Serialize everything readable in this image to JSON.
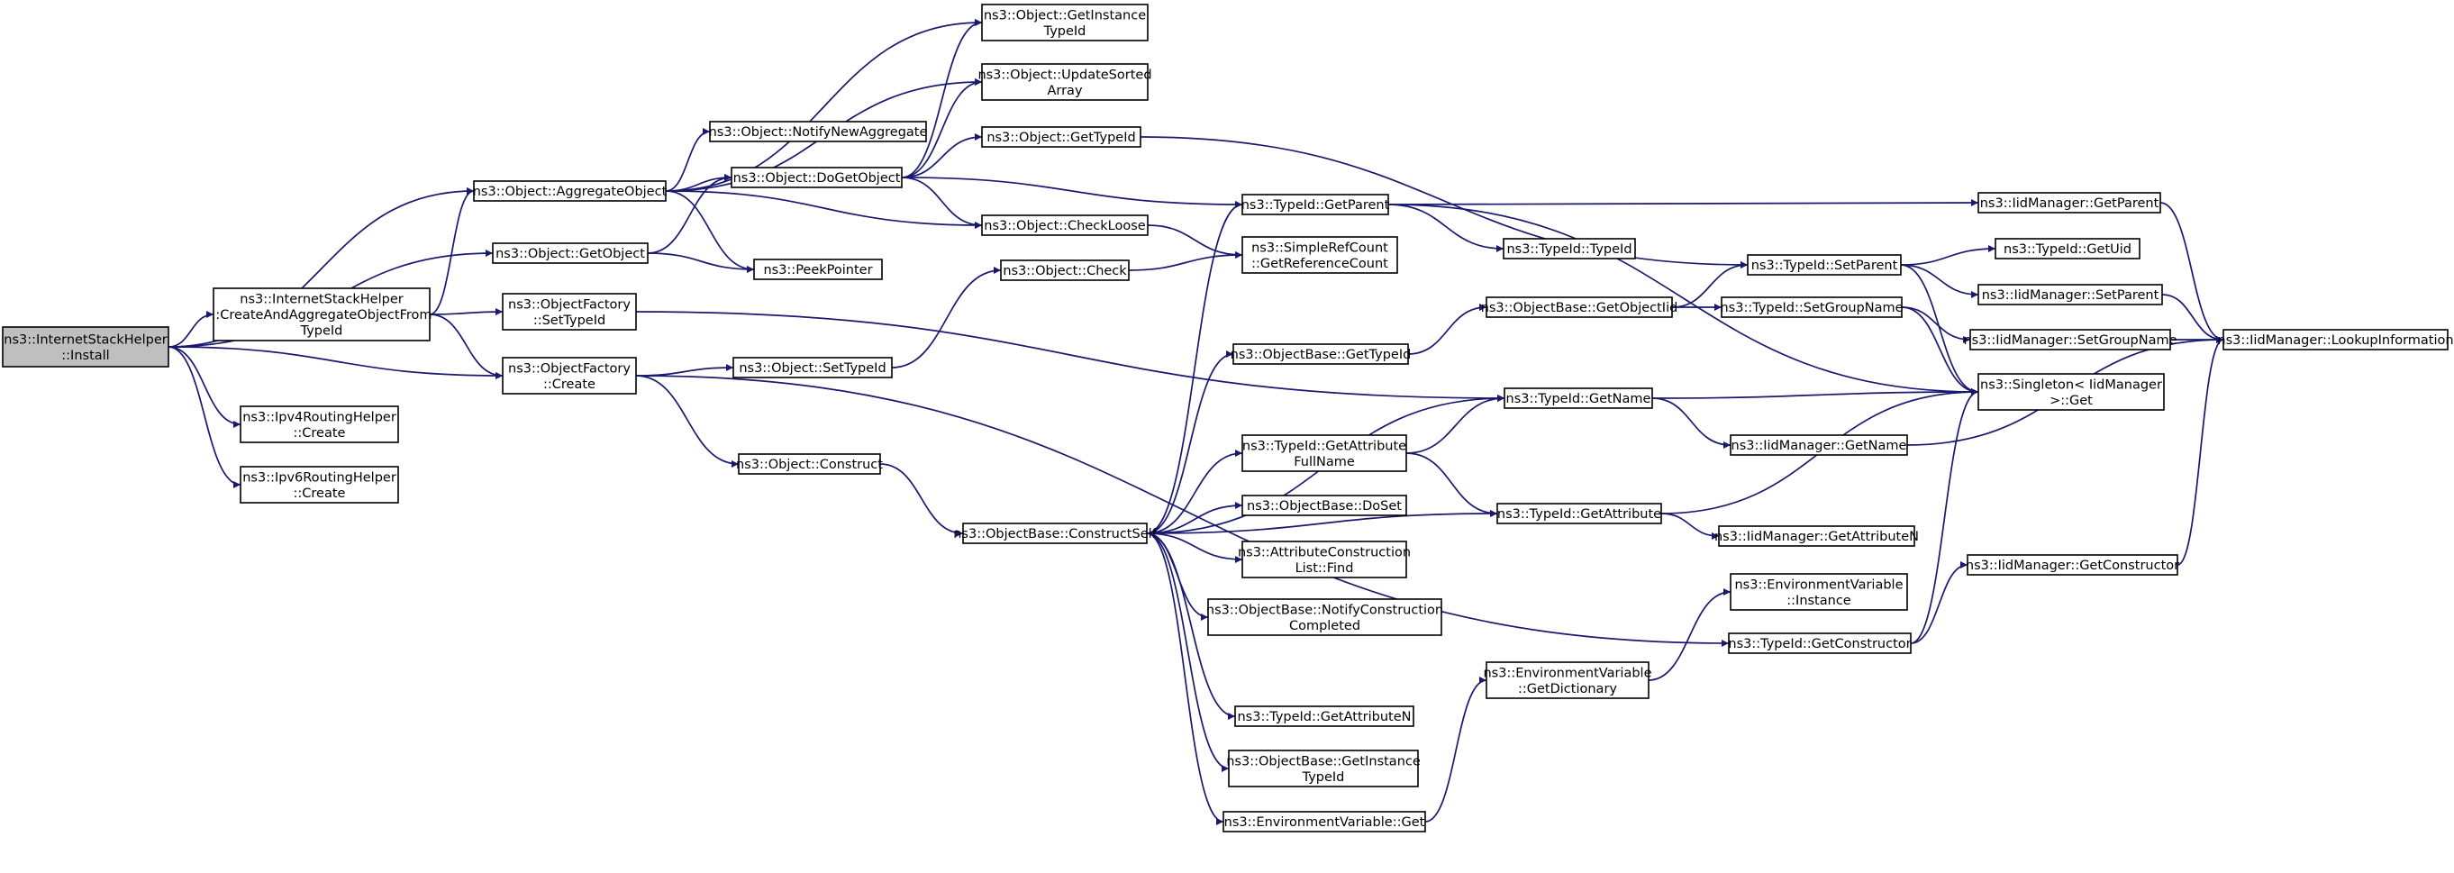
{
  "colors": {
    "edge": "#191970",
    "root_fill": "#bfbfbf",
    "node_fill": "#ffffff",
    "node_border": "#000000"
  },
  "nodes": [
    {
      "id": "n0",
      "lines": [
        "ns3::InternetStackHelper",
        "::Install"
      ],
      "root": true
    },
    {
      "id": "n1",
      "lines": [
        "ns3::Object::AggregateObject"
      ]
    },
    {
      "id": "n2",
      "lines": [
        "ns3::Object::GetObject"
      ]
    },
    {
      "id": "n3",
      "lines": [
        "ns3::InternetStackHelper",
        "::CreateAndAggregateObjectFrom",
        "TypeId"
      ]
    },
    {
      "id": "n4",
      "lines": [
        "ns3::ObjectFactory",
        "::Create"
      ]
    },
    {
      "id": "n5",
      "lines": [
        "ns3::Ipv4RoutingHelper",
        "::Create"
      ]
    },
    {
      "id": "n6",
      "lines": [
        "ns3::Ipv6RoutingHelper",
        "::Create"
      ]
    },
    {
      "id": "n7",
      "lines": [
        "ns3::Object::GetInstance",
        "TypeId"
      ]
    },
    {
      "id": "n8",
      "lines": [
        "ns3::Object::UpdateSorted",
        "Array"
      ]
    },
    {
      "id": "n9",
      "lines": [
        "ns3::Object::NotifyNewAggregate"
      ]
    },
    {
      "id": "n10",
      "lines": [
        "ns3::Object::DoGetObject"
      ]
    },
    {
      "id": "n11",
      "lines": [
        "ns3::Object::CheckLoose"
      ]
    },
    {
      "id": "n12",
      "lines": [
        "ns3::PeekPointer"
      ]
    },
    {
      "id": "n13",
      "lines": [
        "ns3::Object::GetTypeId"
      ]
    },
    {
      "id": "n14",
      "lines": [
        "ns3::TypeId::GetParent"
      ]
    },
    {
      "id": "n15",
      "lines": [
        "ns3::ObjectFactory",
        "::SetTypeId"
      ]
    },
    {
      "id": "n16",
      "lines": [
        "ns3::Object::SetTypeId"
      ]
    },
    {
      "id": "n17",
      "lines": [
        "ns3::Object::Construct"
      ]
    },
    {
      "id": "n18",
      "lines": [
        "ns3::Object::Check"
      ]
    },
    {
      "id": "n19",
      "lines": [
        "ns3::SimpleRefCount",
        "::GetReferenceCount"
      ]
    },
    {
      "id": "n20",
      "lines": [
        "ns3::ObjectBase::ConstructSelf"
      ]
    },
    {
      "id": "n21",
      "lines": [
        "ns3::ObjectBase::GetTypeId"
      ]
    },
    {
      "id": "n22",
      "lines": [
        "ns3::TypeId::GetAttribute",
        "FullName"
      ]
    },
    {
      "id": "n23",
      "lines": [
        "ns3::ObjectBase::DoSet"
      ]
    },
    {
      "id": "n24",
      "lines": [
        "ns3::AttributeConstruction",
        "List::Find"
      ]
    },
    {
      "id": "n25",
      "lines": [
        "ns3::ObjectBase::NotifyConstruction",
        "Completed"
      ]
    },
    {
      "id": "n26",
      "lines": [
        "ns3::TypeId::GetAttributeN"
      ]
    },
    {
      "id": "n27",
      "lines": [
        "ns3::ObjectBase::GetInstance",
        "TypeId"
      ]
    },
    {
      "id": "n28",
      "lines": [
        "ns3::EnvironmentVariable::Get"
      ]
    },
    {
      "id": "n29",
      "lines": [
        "ns3::TypeId::TypeId"
      ]
    },
    {
      "id": "n30",
      "lines": [
        "ns3::ObjectBase::GetObjectIid"
      ]
    },
    {
      "id": "n31",
      "lines": [
        "ns3::TypeId::GetName"
      ]
    },
    {
      "id": "n32",
      "lines": [
        "ns3::TypeId::GetAttribute"
      ]
    },
    {
      "id": "n33",
      "lines": [
        "ns3::EnvironmentVariable",
        "::GetDictionary"
      ]
    },
    {
      "id": "n34",
      "lines": [
        "ns3::TypeId::SetParent"
      ]
    },
    {
      "id": "n35",
      "lines": [
        "ns3::TypeId::SetGroupName"
      ]
    },
    {
      "id": "n36",
      "lines": [
        "ns3::IidManager::GetName"
      ]
    },
    {
      "id": "n37",
      "lines": [
        "ns3::IidManager::GetAttributeN"
      ]
    },
    {
      "id": "n38",
      "lines": [
        "ns3::EnvironmentVariable",
        "::Instance"
      ]
    },
    {
      "id": "n39",
      "lines": [
        "ns3::TypeId::GetConstructor"
      ]
    },
    {
      "id": "n40",
      "lines": [
        "ns3::IidManager::GetParent"
      ]
    },
    {
      "id": "n41",
      "lines": [
        "ns3::TypeId::GetUid"
      ]
    },
    {
      "id": "n42",
      "lines": [
        "ns3::IidManager::SetParent"
      ]
    },
    {
      "id": "n43",
      "lines": [
        "ns3::IidManager::SetGroupName"
      ]
    },
    {
      "id": "n44",
      "lines": [
        "ns3::Singleton< IidManager",
        " >::Get"
      ]
    },
    {
      "id": "n45",
      "lines": [
        "ns3::IidManager::GetConstructor"
      ]
    },
    {
      "id": "n46",
      "lines": [
        "ns3::IidManager::LookupInformation"
      ]
    }
  ],
  "edges": [
    [
      "n0",
      "n1"
    ],
    [
      "n0",
      "n2"
    ],
    [
      "n0",
      "n3"
    ],
    [
      "n0",
      "n4"
    ],
    [
      "n0",
      "n5"
    ],
    [
      "n0",
      "n6"
    ],
    [
      "n1",
      "n7"
    ],
    [
      "n1",
      "n8"
    ],
    [
      "n1",
      "n9"
    ],
    [
      "n1",
      "n10"
    ],
    [
      "n1",
      "n11"
    ],
    [
      "n1",
      "n12"
    ],
    [
      "n2",
      "n10"
    ],
    [
      "n2",
      "n12"
    ],
    [
      "n3",
      "n1"
    ],
    [
      "n3",
      "n15"
    ],
    [
      "n3",
      "n4"
    ],
    [
      "n4",
      "n16"
    ],
    [
      "n4",
      "n17"
    ],
    [
      "n4",
      "n39"
    ],
    [
      "n10",
      "n7"
    ],
    [
      "n10",
      "n8"
    ],
    [
      "n10",
      "n13"
    ],
    [
      "n10",
      "n14"
    ],
    [
      "n10",
      "n11"
    ],
    [
      "n11",
      "n19"
    ],
    [
      "n13",
      "n34"
    ],
    [
      "n14",
      "n29"
    ],
    [
      "n14",
      "n40"
    ],
    [
      "n14",
      "n44"
    ],
    [
      "n15",
      "n31"
    ],
    [
      "n16",
      "n18"
    ],
    [
      "n17",
      "n20"
    ],
    [
      "n18",
      "n19"
    ],
    [
      "n20",
      "n14"
    ],
    [
      "n20",
      "n21"
    ],
    [
      "n20",
      "n31"
    ],
    [
      "n20",
      "n22"
    ],
    [
      "n20",
      "n23"
    ],
    [
      "n20",
      "n24"
    ],
    [
      "n20",
      "n25"
    ],
    [
      "n20",
      "n32"
    ],
    [
      "n20",
      "n26"
    ],
    [
      "n20",
      "n27"
    ],
    [
      "n20",
      "n28"
    ],
    [
      "n21",
      "n30"
    ],
    [
      "n22",
      "n31"
    ],
    [
      "n22",
      "n32"
    ],
    [
      "n28",
      "n33"
    ],
    [
      "n30",
      "n34"
    ],
    [
      "n30",
      "n35"
    ],
    [
      "n31",
      "n44"
    ],
    [
      "n31",
      "n36"
    ],
    [
      "n32",
      "n44"
    ],
    [
      "n32",
      "n37"
    ],
    [
      "n33",
      "n38"
    ],
    [
      "n34",
      "n41"
    ],
    [
      "n34",
      "n42"
    ],
    [
      "n34",
      "n44"
    ],
    [
      "n35",
      "n43"
    ],
    [
      "n35",
      "n44"
    ],
    [
      "n36",
      "n46"
    ],
    [
      "n39",
      "n44"
    ],
    [
      "n39",
      "n45"
    ],
    [
      "n40",
      "n46"
    ],
    [
      "n42",
      "n46"
    ],
    [
      "n43",
      "n46"
    ],
    [
      "n45",
      "n46"
    ]
  ]
}
